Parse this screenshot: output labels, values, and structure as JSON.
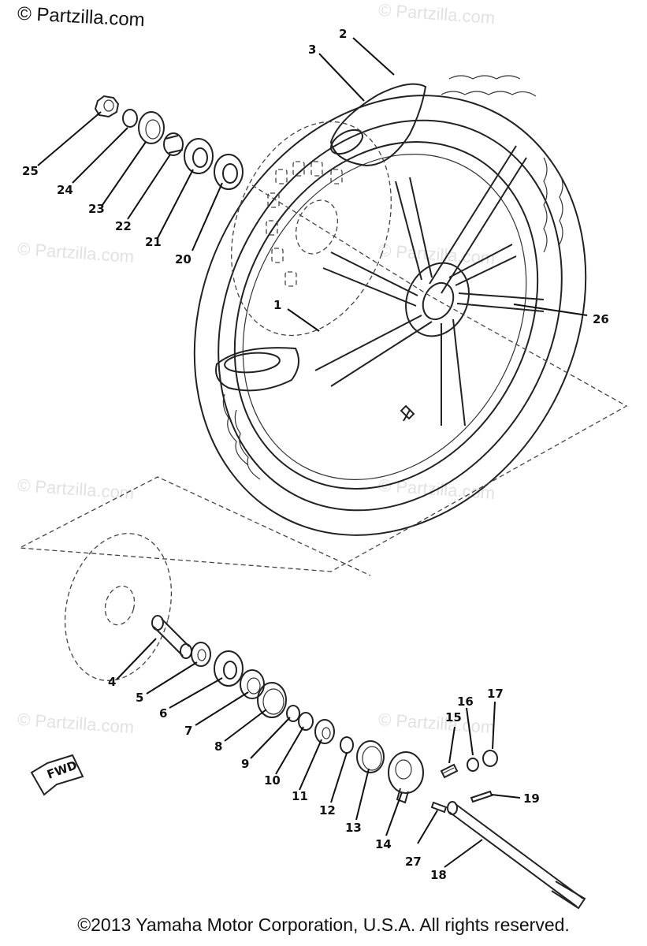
{
  "logo_text": "© Partzilla.com",
  "watermark_text": "© Partzilla.com",
  "copyright": "©2013 Yamaha Motor Corporation, U.S.A. All rights reserved.",
  "fwd_label": "FWD",
  "callouts": {
    "c1": "1",
    "c2": "2",
    "c3": "3",
    "c4": "4",
    "c5": "5",
    "c6": "6",
    "c7": "7",
    "c8": "8",
    "c9": "9",
    "c10": "10",
    "c11": "11",
    "c12": "12",
    "c13": "13",
    "c14": "14",
    "c15": "15",
    "c16": "16",
    "c17": "17",
    "c18": "18",
    "c19": "19",
    "c20": "20",
    "c21": "21",
    "c22": "22",
    "c23": "23",
    "c24": "24",
    "c25": "25",
    "c26": "26",
    "c27": "27"
  }
}
